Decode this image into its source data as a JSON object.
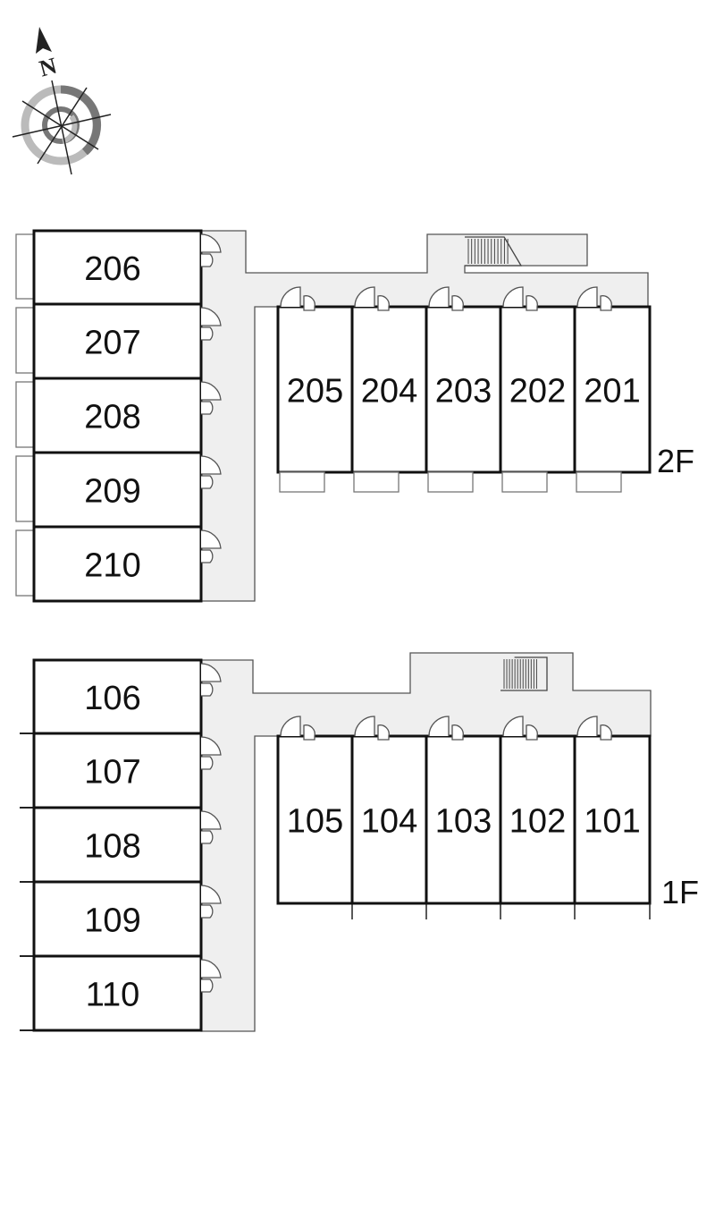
{
  "compass": {
    "north_label": "N"
  },
  "floors": [
    {
      "label": "2F",
      "left_units": [
        "206",
        "207",
        "208",
        "209",
        "210"
      ],
      "right_units": [
        "205",
        "204",
        "203",
        "202",
        "201"
      ]
    },
    {
      "label": "1F",
      "left_units": [
        "106",
        "107",
        "108",
        "109",
        "110"
      ],
      "right_units": [
        "105",
        "104",
        "103",
        "102",
        "101"
      ]
    }
  ],
  "colors": {
    "corridor": "#efefef",
    "wall": "#111111"
  }
}
